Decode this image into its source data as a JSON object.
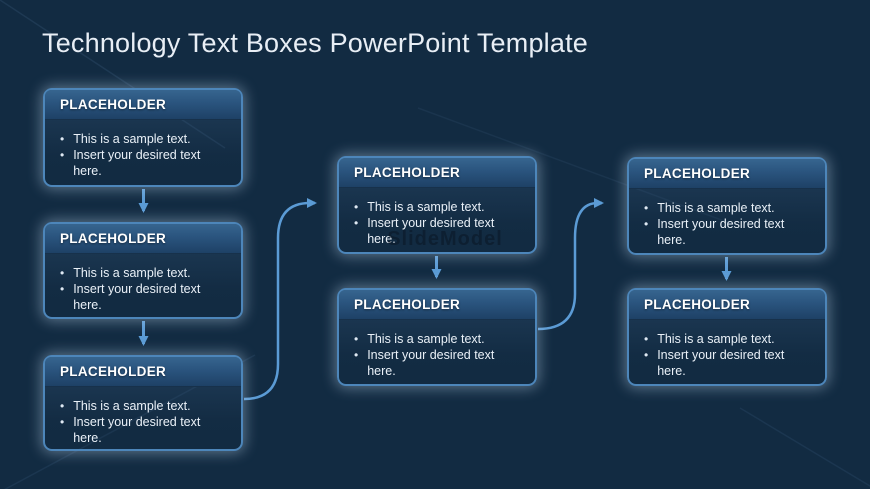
{
  "slide": {
    "title": "Technology Text Boxes PowerPoint Template",
    "watermark": "SlideModel"
  },
  "boxes": [
    {
      "id": "left-1",
      "header": "PLACEHOLDER",
      "bullets": [
        "This is a sample text.",
        "Insert your desired text here."
      ]
    },
    {
      "id": "left-2",
      "header": "PLACEHOLDER",
      "bullets": [
        "This is a sample text.",
        "Insert your desired text here."
      ]
    },
    {
      "id": "left-3",
      "header": "PLACEHOLDER",
      "bullets": [
        "This is a sample text.",
        "Insert your desired text here."
      ]
    },
    {
      "id": "middle-1",
      "header": "PLACEHOLDER",
      "bullets": [
        "This is a sample text.",
        "Insert your desired text here."
      ]
    },
    {
      "id": "middle-2",
      "header": "PLACEHOLDER",
      "bullets": [
        "This is a sample text.",
        "Insert your desired text here."
      ]
    },
    {
      "id": "right-1",
      "header": "PLACEHOLDER",
      "bullets": [
        "This is a sample text.",
        "Insert your desired text here."
      ]
    },
    {
      "id": "right-2",
      "header": "PLACEHOLDER",
      "bullets": [
        "This is a sample text.",
        "Insert your desired text here."
      ]
    }
  ],
  "colors": {
    "background": "#122b42",
    "box_border": "#4d86ba",
    "header_gradient_top": "#37658f",
    "header_gradient_bottom": "#1e4166",
    "arrow": "#5b9bd5",
    "title_text": "#e8eef5",
    "body_text": "#eaf1f8"
  }
}
